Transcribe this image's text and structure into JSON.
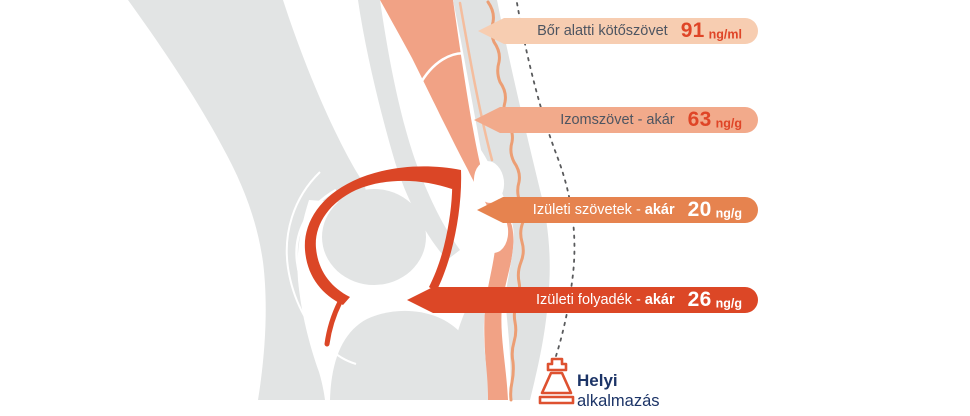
{
  "callouts": [
    {
      "label": "Bőr alatti kötőszövet",
      "label_bold": "",
      "value": "91",
      "unit": "ng/ml"
    },
    {
      "label": "Izomszövet - akár",
      "label_bold": "",
      "value": "63",
      "unit": "ng/g"
    },
    {
      "label": "Izületi szövetek -",
      "label_bold": "akár",
      "value": "20",
      "unit": "ng/g"
    },
    {
      "label": "Izületi folyadék -",
      "label_bold": "akár",
      "value": "26",
      "unit": "ng/g"
    }
  ],
  "legend": {
    "title": "Helyi",
    "subtitle": "alkalmazás",
    "icon": "ointment-tube-icon"
  },
  "illustration": {
    "subject": "knee-joint-cross-section",
    "parts": [
      "femur",
      "kneecap-outline",
      "femoral-condyle",
      "tibia",
      "muscle-tissue",
      "skin-layers",
      "synovial-capsule",
      "bursae",
      "skin-surface-dashed-line"
    ]
  },
  "colors": {
    "bone_gray": "#E2E4E4",
    "muscle_salmon": "#F1A285",
    "skin_band_gray": "#E0E2E2",
    "skin_wave_orange": "#EC9E74",
    "skin_wave_light": "#F4BD9E",
    "capsule_red": "#DB4626",
    "callout1_bg": "#F7CDB1",
    "callout2_bg": "#F2AA8B",
    "callout3_bg": "#E6834F",
    "callout4_bg": "#DC4726",
    "number_red": "#DF4527",
    "label_dark": "#4E5561",
    "white": "#FFFFFF",
    "navy": "#1C3467",
    "tube_orange": "#DE5130",
    "dashed_gray": "#595A5C"
  }
}
